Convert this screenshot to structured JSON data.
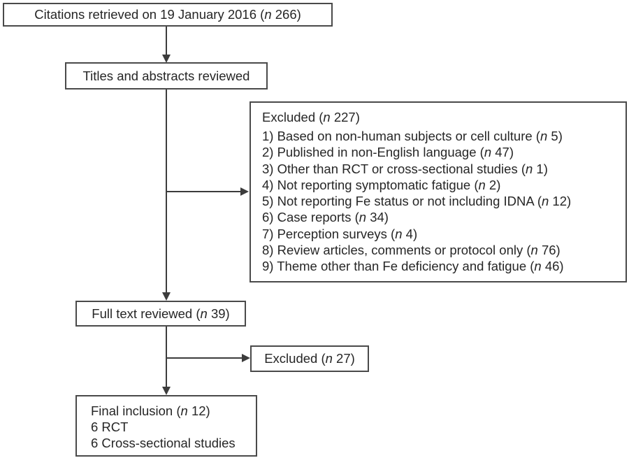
{
  "figure": {
    "type": "study-selection-flow-diagram",
    "background_color": "#ffffff",
    "box_border_color": "#4a4a4a",
    "line_color": "#3c3c3c",
    "text_color": "#262626"
  },
  "boxes": {
    "citations": {
      "pre": "Citations retrieved on 19 January 2016 (",
      "n": "n",
      "post": " 266)"
    },
    "titles_abstracts": {
      "pre": "Titles and abstracts reviewed",
      "n": "",
      "post": ""
    },
    "excluded_screening": {
      "heading": {
        "pre": "Excluded (",
        "n": "n",
        "post": " 227)"
      },
      "items": [
        {
          "pre": "1) Based on non-human subjects or cell culture (",
          "n": "n",
          "post": " 5)"
        },
        {
          "pre": "2) Published in non-English language (",
          "n": "n",
          "post": " 47)"
        },
        {
          "pre": "3) Other than RCT or cross-sectional studies (",
          "n": "n",
          "post": " 1)"
        },
        {
          "pre": "4) Not reporting symptomatic fatigue (",
          "n": "n",
          "post": " 2)"
        },
        {
          "pre": "5) Not reporting Fe status or not including IDNA (",
          "n": "n",
          "post": " 12)"
        },
        {
          "pre": "6) Case reports (",
          "n": "n",
          "post": " 34)"
        },
        {
          "pre": "7) Perception surveys (",
          "n": "n",
          "post": " 4)"
        },
        {
          "pre": "8) Review articles, comments or protocol only (",
          "n": "n",
          "post": " 76)"
        },
        {
          "pre": "9) Theme other than Fe deficiency and fatigue (",
          "n": "n",
          "post": " 46)"
        }
      ]
    },
    "full_text": {
      "pre": "Full text reviewed (",
      "n": "n",
      "post": " 39)"
    },
    "excluded_full_text": {
      "pre": "Excluded (",
      "n": "n",
      "post": " 27)"
    },
    "final_inclusion": {
      "line1": {
        "pre": "Final inclusion (",
        "n": "n",
        "post": " 12)"
      },
      "line2": "6 RCT",
      "line3": "6 Cross-sectional studies"
    }
  }
}
